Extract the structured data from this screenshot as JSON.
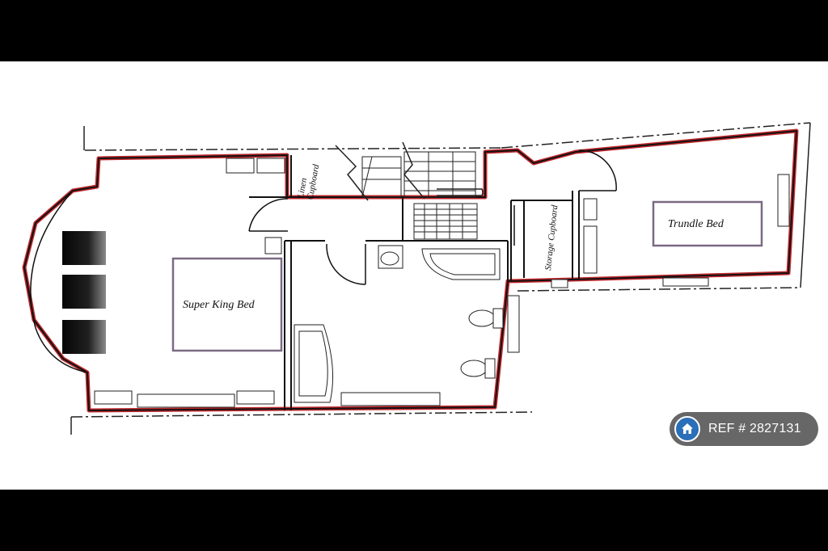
{
  "rooms": {
    "master_bed": "Super King Bed",
    "trundle_bed": "Trundle Bed",
    "linen": "Linen\nCupboard",
    "storage": "Storage Cupboard"
  },
  "badge": {
    "ref_text": "REF # 2827131",
    "icon": "house-icon"
  },
  "colors": {
    "wall_outline": "#c0282d",
    "bed_outline": "#7a6a84",
    "badge_bg": "#464646",
    "badge_icon": "#2a6fb8"
  }
}
